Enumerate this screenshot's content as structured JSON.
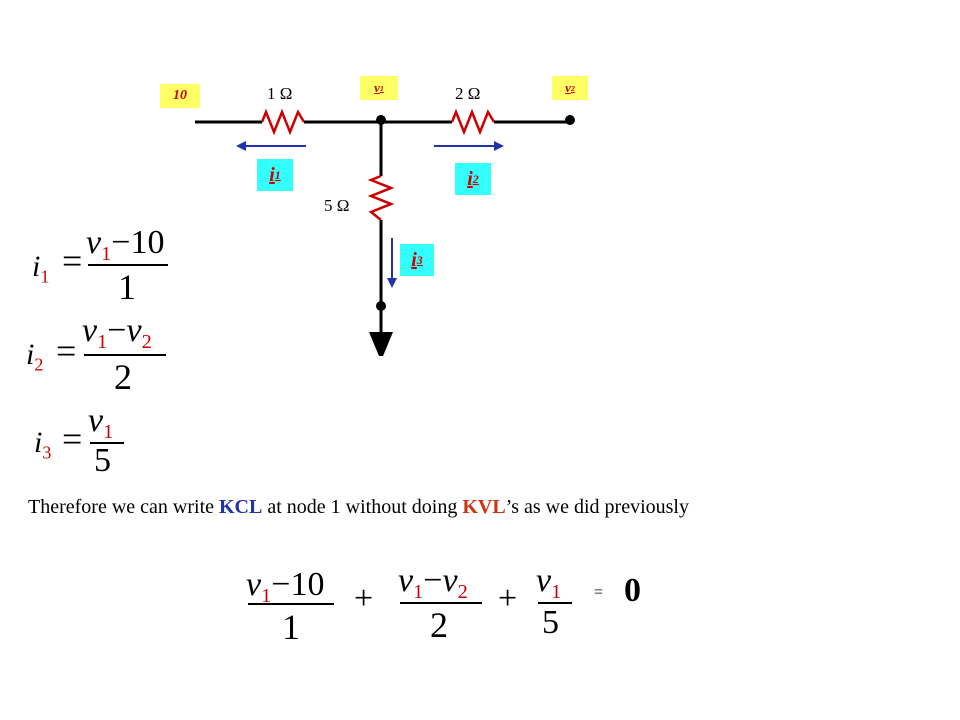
{
  "labels": {
    "source_box": "10",
    "node1_box_v": "v",
    "node1_box_sub": "1",
    "node2_box_v": "v",
    "node2_box_sub": "2",
    "r1": "1  Ω",
    "r2": "2  Ω",
    "r3": "5  Ω",
    "i1_v": "i",
    "i1_sub": "1",
    "i2_v": "i",
    "i2_sub": "2",
    "i3_v": "i",
    "i3_sub": "3"
  },
  "equations": {
    "eq1": {
      "lhs": "i",
      "lhs_sub": "1",
      "eq": "=",
      "num_v": "v",
      "num_sub": "1",
      "num_rest": "−10",
      "den": "1"
    },
    "eq2": {
      "lhs": "i",
      "lhs_sub": "2",
      "eq": "=",
      "num_v": "v",
      "num_sub": "1",
      "num_minus": "−",
      "num_v2": "v",
      "num_sub2": "2",
      "den": "2"
    },
    "eq3": {
      "lhs": "i",
      "lhs_sub": "3",
      "eq": "=",
      "num_v": "v",
      "num_sub": "1",
      "den": "5"
    }
  },
  "text": {
    "sentence_a": "Therefore we can write ",
    "kcl": "KCL",
    "sentence_b": " at node 1 without doing ",
    "kvl": "KVL",
    "sentence_c": "’s as we did previously"
  },
  "final": {
    "t1_v": "v",
    "t1_sub": "1",
    "t1_rest": "−10",
    "t1_den": "1",
    "plus1": "+",
    "t2_v": "v",
    "t2_sub": "1",
    "t2_minus": "−",
    "t2_v2": "v",
    "t2_sub2": "2",
    "t2_den": "2",
    "plus2": "+",
    "t3_v": "v",
    "t3_sub": "1",
    "t3_den": "5",
    "eq": "=",
    "zero": "0"
  },
  "colors": {
    "wire": "#000000",
    "resistor": "#cc0000",
    "arrow": "#2233aa",
    "yellow": "#ffff66",
    "cyan": "#33ffff",
    "label_red": "#cc0000"
  }
}
